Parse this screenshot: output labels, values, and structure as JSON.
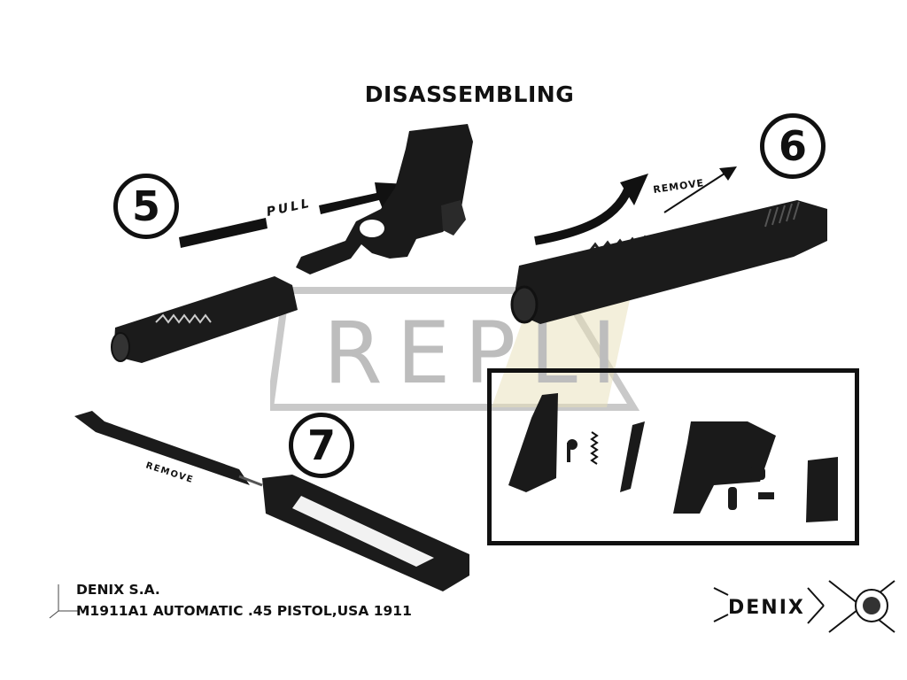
{
  "title": "DISASSEMBLING",
  "steps": [
    {
      "number": "5",
      "action": "PULL"
    },
    {
      "number": "6",
      "action": "REMOVE"
    },
    {
      "number": "7",
      "action": "REMOVE"
    }
  ],
  "watermark": "REPLI",
  "footer": {
    "company": "DENIX S.A.",
    "product": "M1911A1 AUTOMATIC .45 PISTOL,USA 1911"
  },
  "brand": {
    "wordmark": "DENIX",
    "seal": "denix"
  },
  "icons": [
    "step-number-badge",
    "arrow-icon",
    "pistol-frame-icon",
    "slide-icon",
    "recoil-spring-icon",
    "axis-triad-icon",
    "denix-logo"
  ]
}
